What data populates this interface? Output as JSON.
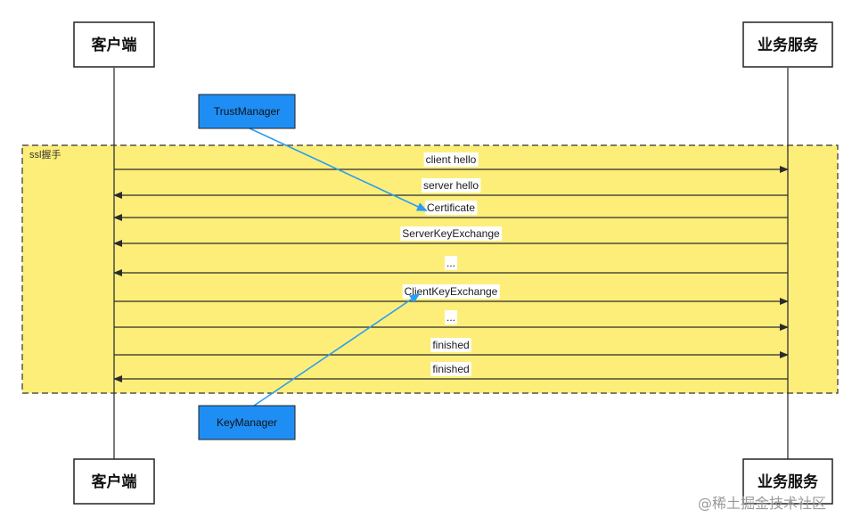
{
  "actors": {
    "client": "客户端",
    "server": "业务服务"
  },
  "frame_label": "ssl握手",
  "messages": [
    {
      "label": "client hello",
      "direction": "client-to-server"
    },
    {
      "label": "server hello",
      "direction": "server-to-client"
    },
    {
      "label": "Certificate",
      "direction": "server-to-client"
    },
    {
      "label": "ServerKeyExchange",
      "direction": "server-to-client"
    },
    {
      "label": "...",
      "direction": "server-to-client"
    },
    {
      "label": "ClientKeyExchange",
      "direction": "client-to-server"
    },
    {
      "label": "...",
      "direction": "client-to-server"
    },
    {
      "label": "finished",
      "direction": "client-to-server"
    },
    {
      "label": "finished",
      "direction": "server-to-client"
    }
  ],
  "components": {
    "trust_manager": "TrustManager",
    "key_manager": "KeyManager"
  },
  "watermark": "@稀土掘金技术社区",
  "colors": {
    "frame_fill": "#fdee7a",
    "frame_border": "#333333",
    "component_fill": "#1e8ef5",
    "connector": "#2a9df4",
    "label_bg": "#ffffff"
  }
}
